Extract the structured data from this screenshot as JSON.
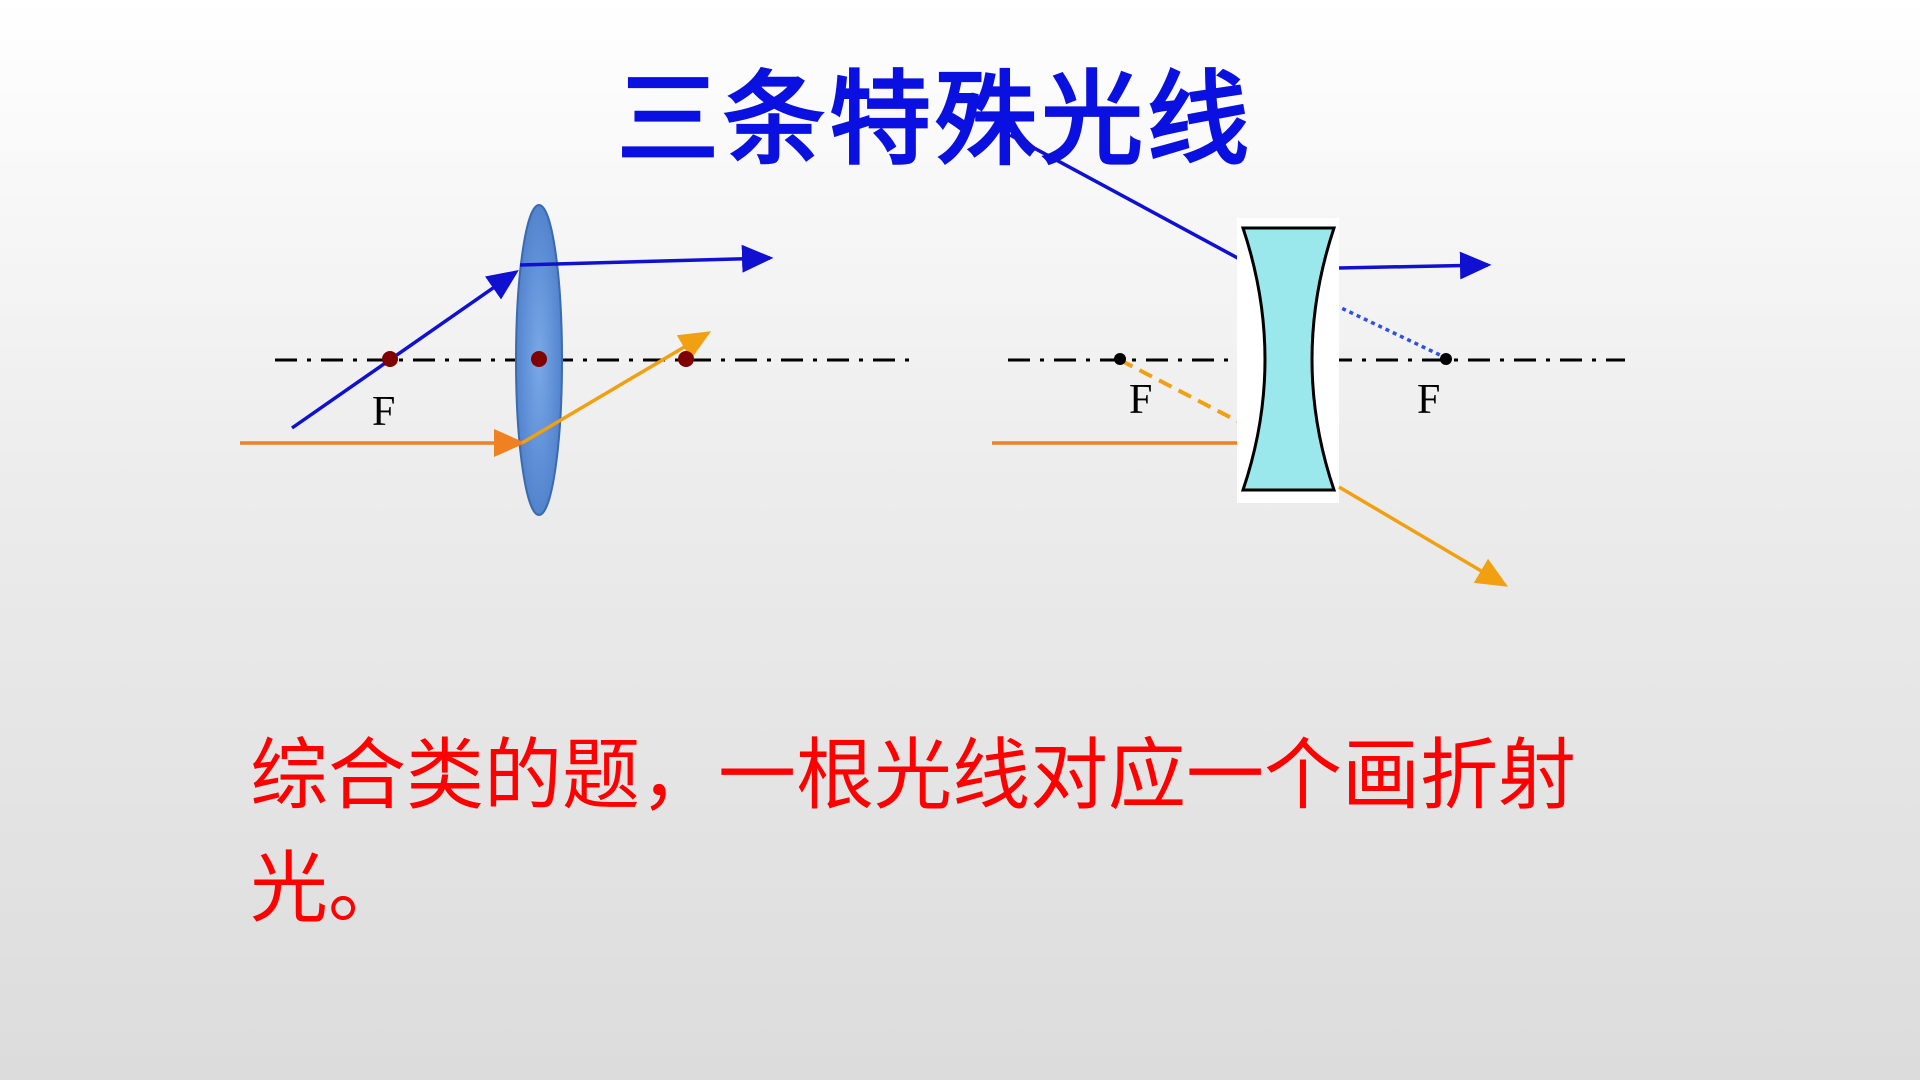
{
  "title": "三条特殊光线",
  "labels": {
    "f_convex": "F",
    "f_concave_left": "F",
    "f_concave_right": "F"
  },
  "caption": "综合类的题，一根光线对应一个画折射光。",
  "colors": {
    "title": "#0a10e0",
    "caption": "#ff0000",
    "ray_blue": "#1010d0",
    "ray_orange": "#f0a010",
    "ray_orange_light": "#f08020",
    "convex_lens": "#5b8fd6",
    "concave_lens": "#9be8ec",
    "focal_point": "#800000"
  }
}
